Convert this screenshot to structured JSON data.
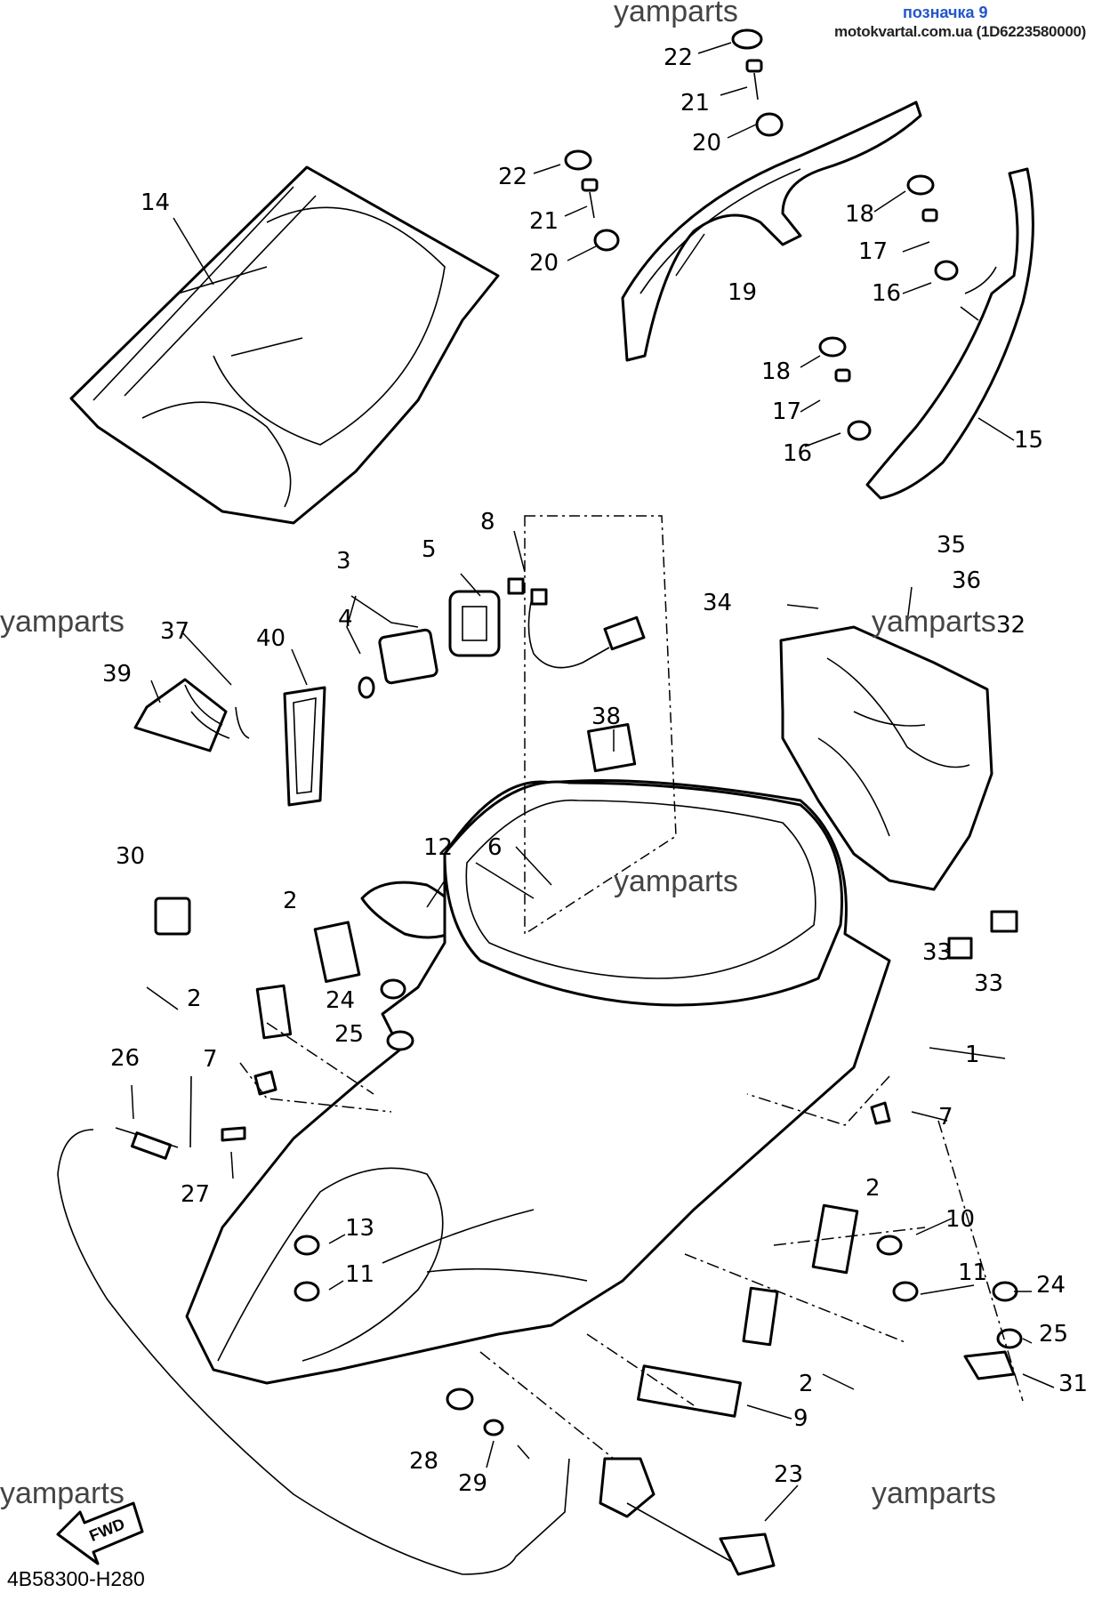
{
  "header": {
    "site_label": "позначка 9",
    "source_label": "motokvartal.com.ua (1D6223580000)"
  },
  "watermarks": [
    "yamparts",
    "yamparts",
    "yamparts",
    "yamparts",
    "yamparts",
    "yamparts"
  ],
  "diagram_code": "4B58300-H280",
  "fwd_label": "FWD",
  "callouts": [
    "22",
    "21",
    "20",
    "22",
    "21",
    "20",
    "19",
    "14",
    "18",
    "17",
    "16",
    "18",
    "17",
    "16",
    "15",
    "8",
    "3",
    "5",
    "4",
    "35",
    "34",
    "36",
    "32",
    "37",
    "40",
    "39",
    "38",
    "12",
    "6",
    "30",
    "2",
    "33",
    "33",
    "24",
    "2",
    "25",
    "1",
    "26",
    "7",
    "7",
    "2",
    "27",
    "13",
    "10",
    "11",
    "11",
    "24",
    "25",
    "31",
    "2",
    "9",
    "28",
    "29",
    "23"
  ]
}
